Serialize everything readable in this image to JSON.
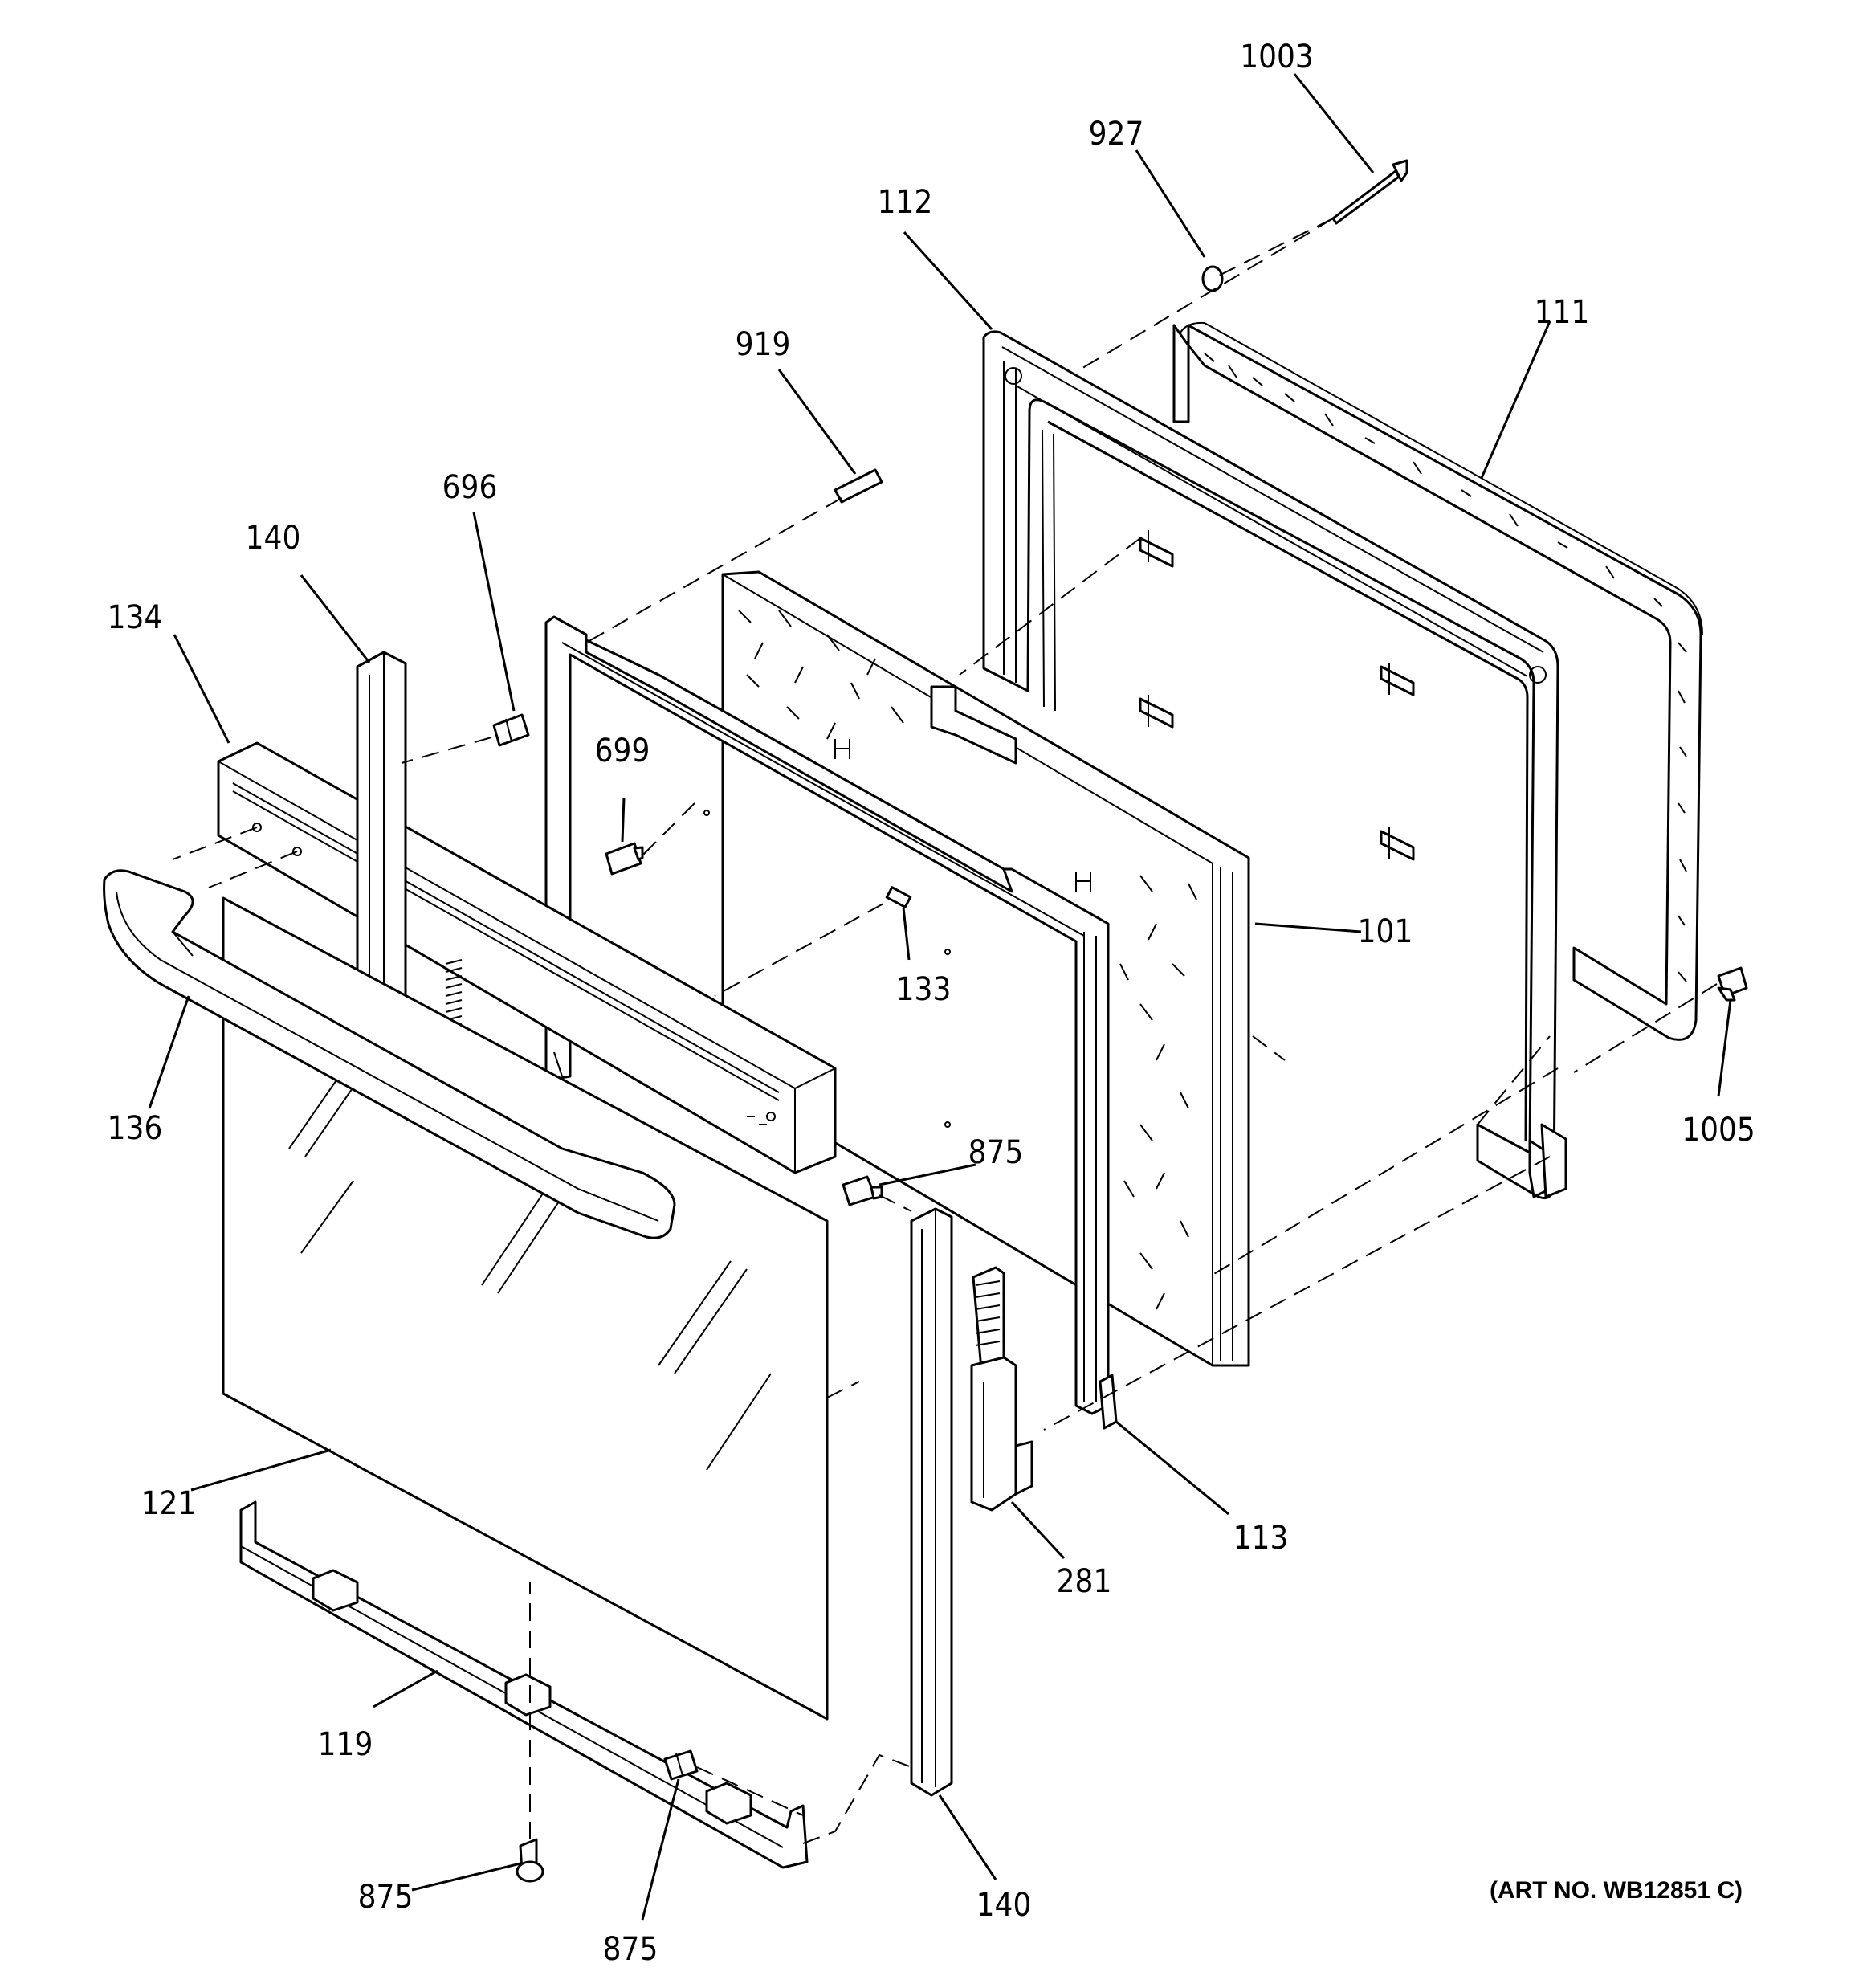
{
  "diagram": {
    "art_number": "(ART NO. WB12851 C)",
    "callouts": {
      "c1003": "1003",
      "c927": "927",
      "c112": "112",
      "c111": "111",
      "c919": "919",
      "c696": "696",
      "c140_top": "140",
      "c134": "134",
      "c699": "699",
      "c101": "101",
      "c133": "133",
      "c136": "136",
      "c875_mid": "875",
      "c1005": "1005",
      "c113": "113",
      "c281": "281",
      "c121": "121",
      "c119": "119",
      "c875_bl": "875",
      "c875_b": "875",
      "c140_bottom": "140"
    }
  }
}
